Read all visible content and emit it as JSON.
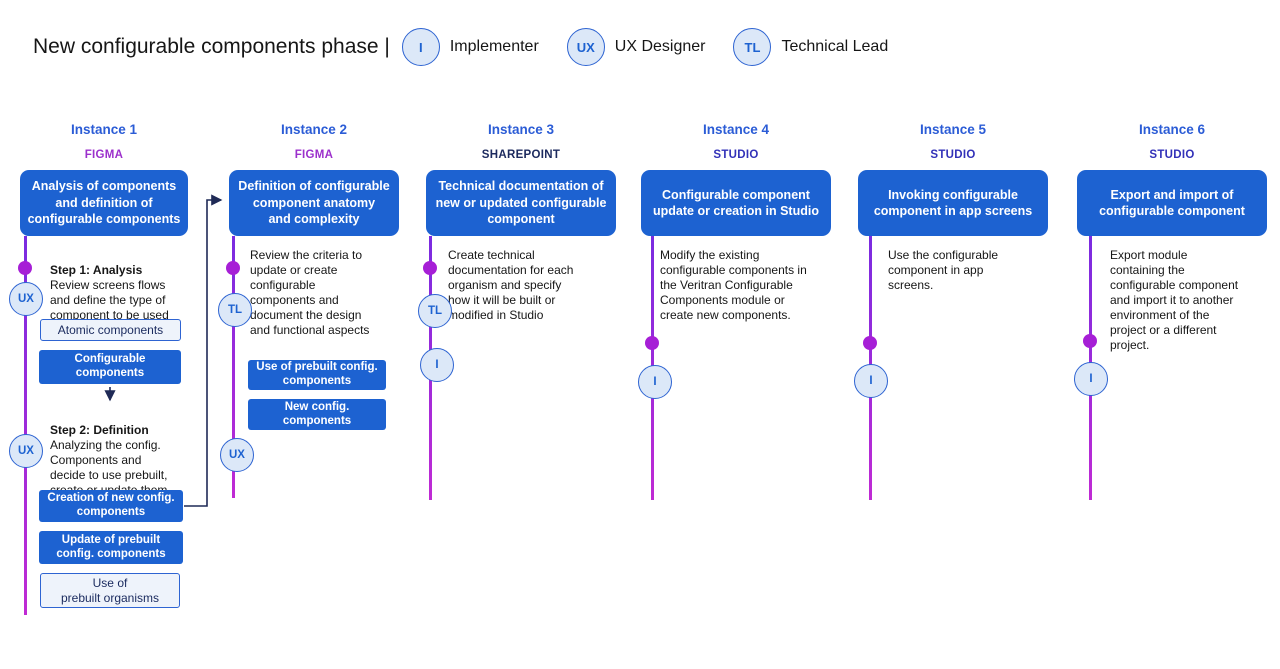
{
  "header": {
    "title": "New configurable components phase |",
    "legend": [
      {
        "badge": "I",
        "label": "Implementer"
      },
      {
        "badge": "UX",
        "label": "UX Designer"
      },
      {
        "badge": "TL",
        "label": "Technical Lead"
      }
    ]
  },
  "colors": {
    "primary_blue": "#1d62d1",
    "instance_title_blue": "#2b5cd6",
    "figma_purple": "#9c30cc",
    "sharepoint_navy": "#1c2a5e",
    "studio_indigo": "#3231b8",
    "timeline_purple_top": "#7a2be0",
    "timeline_magenta_bottom": "#c02ad4",
    "milestone_dot": "#a61fd6",
    "connector_navy": "#1f2a56",
    "badge_fill": "#dce8f8",
    "badge_border": "#2e64d2"
  },
  "instances": [
    {
      "title": "Instance 1",
      "tool": "FIGMA",
      "tool_color": "#9c30cc",
      "box": "Analysis of components\nand definition of\nconfigurable components",
      "step1_heading": "Step 1: Analysis",
      "step1_body": "Review screens flows\nand define the type of\ncomponent to be used",
      "chip_atomic": "Atomic components",
      "chip_configurable": "Configurable\ncomponents",
      "step2_heading": "Step 2: Definition",
      "step2_body": "Analyzing the config.\nComponents and\ndecide to use prebuilt,\ncreate or update them",
      "chip_creation": "Creation of new config.\ncomponents",
      "chip_update": "Update of prebuilt\nconfig. components",
      "chip_use": "Use of\nprebuilt organisms",
      "badges": [
        "UX",
        "UX"
      ]
    },
    {
      "title": "Instance 2",
      "tool": "FIGMA",
      "tool_color": "#9c30cc",
      "box": "Definition of configurable\ncomponent anatomy\nand complexity",
      "body": "Review the criteria to\nupdate or create\nconfigurable\ncomponents and\ndocument the design\nand functional aspects",
      "chip_prebuilt": "Use of prebuilt config.\ncomponents",
      "chip_new": "New config.\ncomponents",
      "badges": [
        "TL",
        "UX"
      ]
    },
    {
      "title": "Instance 3",
      "tool": "SHAREPOINT",
      "tool_color": "#1c2a5e",
      "box": "Technical documentation of\nnew or updated configurable\ncomponent",
      "body": "Create technical\ndocumentation for each\norganism and specify\nhow it will be built or\nmodified in Studio",
      "badges": [
        "TL",
        "I"
      ]
    },
    {
      "title": "Instance 4",
      "tool": "STUDIO",
      "tool_color": "#3231b8",
      "box": "Configurable component\nupdate or creation in Studio",
      "body": "Modify the existing\nconfigurable components in\nthe Veritran Configurable\nComponents module or\ncreate new components.",
      "badges": [
        "I"
      ]
    },
    {
      "title": "Instance 5",
      "tool": "STUDIO",
      "tool_color": "#3231b8",
      "box": "Invoking configurable\ncomponent in app screens",
      "body": "Use the configurable\ncomponent in app\nscreens.",
      "badges": [
        "I"
      ]
    },
    {
      "title": "Instance 6",
      "tool": "STUDIO",
      "tool_color": "#3231b8",
      "box": "Export and import of\nconfigurable component",
      "body": "Export module\ncontaining the\nconfigurable component\nand import it to another\nenvironment of the\nproject or a different\nproject.",
      "badges": [
        "I"
      ]
    }
  ]
}
